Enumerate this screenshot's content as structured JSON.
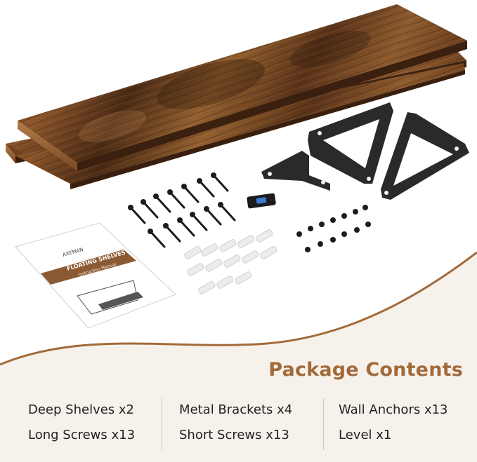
{
  "heading": "Package Contents",
  "manual": {
    "brand": "AXEMAN",
    "title": "FLOATING SHELVES",
    "subtitle": "Instruction Manual"
  },
  "contents": [
    [
      "Deep Shelves x2",
      "Metal Brackets x4",
      "Wall Anchors x13"
    ],
    [
      "Long Screws x13",
      "Short Screws x13",
      "Level x1"
    ]
  ],
  "colors": {
    "wood_dark": "#3e2412",
    "wood_mid": "#7a4a26",
    "wood_light": "#a46c3c",
    "accent": "#a26a3a",
    "band_bg": "#f7f1eb",
    "bracket": "#2a2a2a",
    "manual_band": "#8b5a33"
  }
}
